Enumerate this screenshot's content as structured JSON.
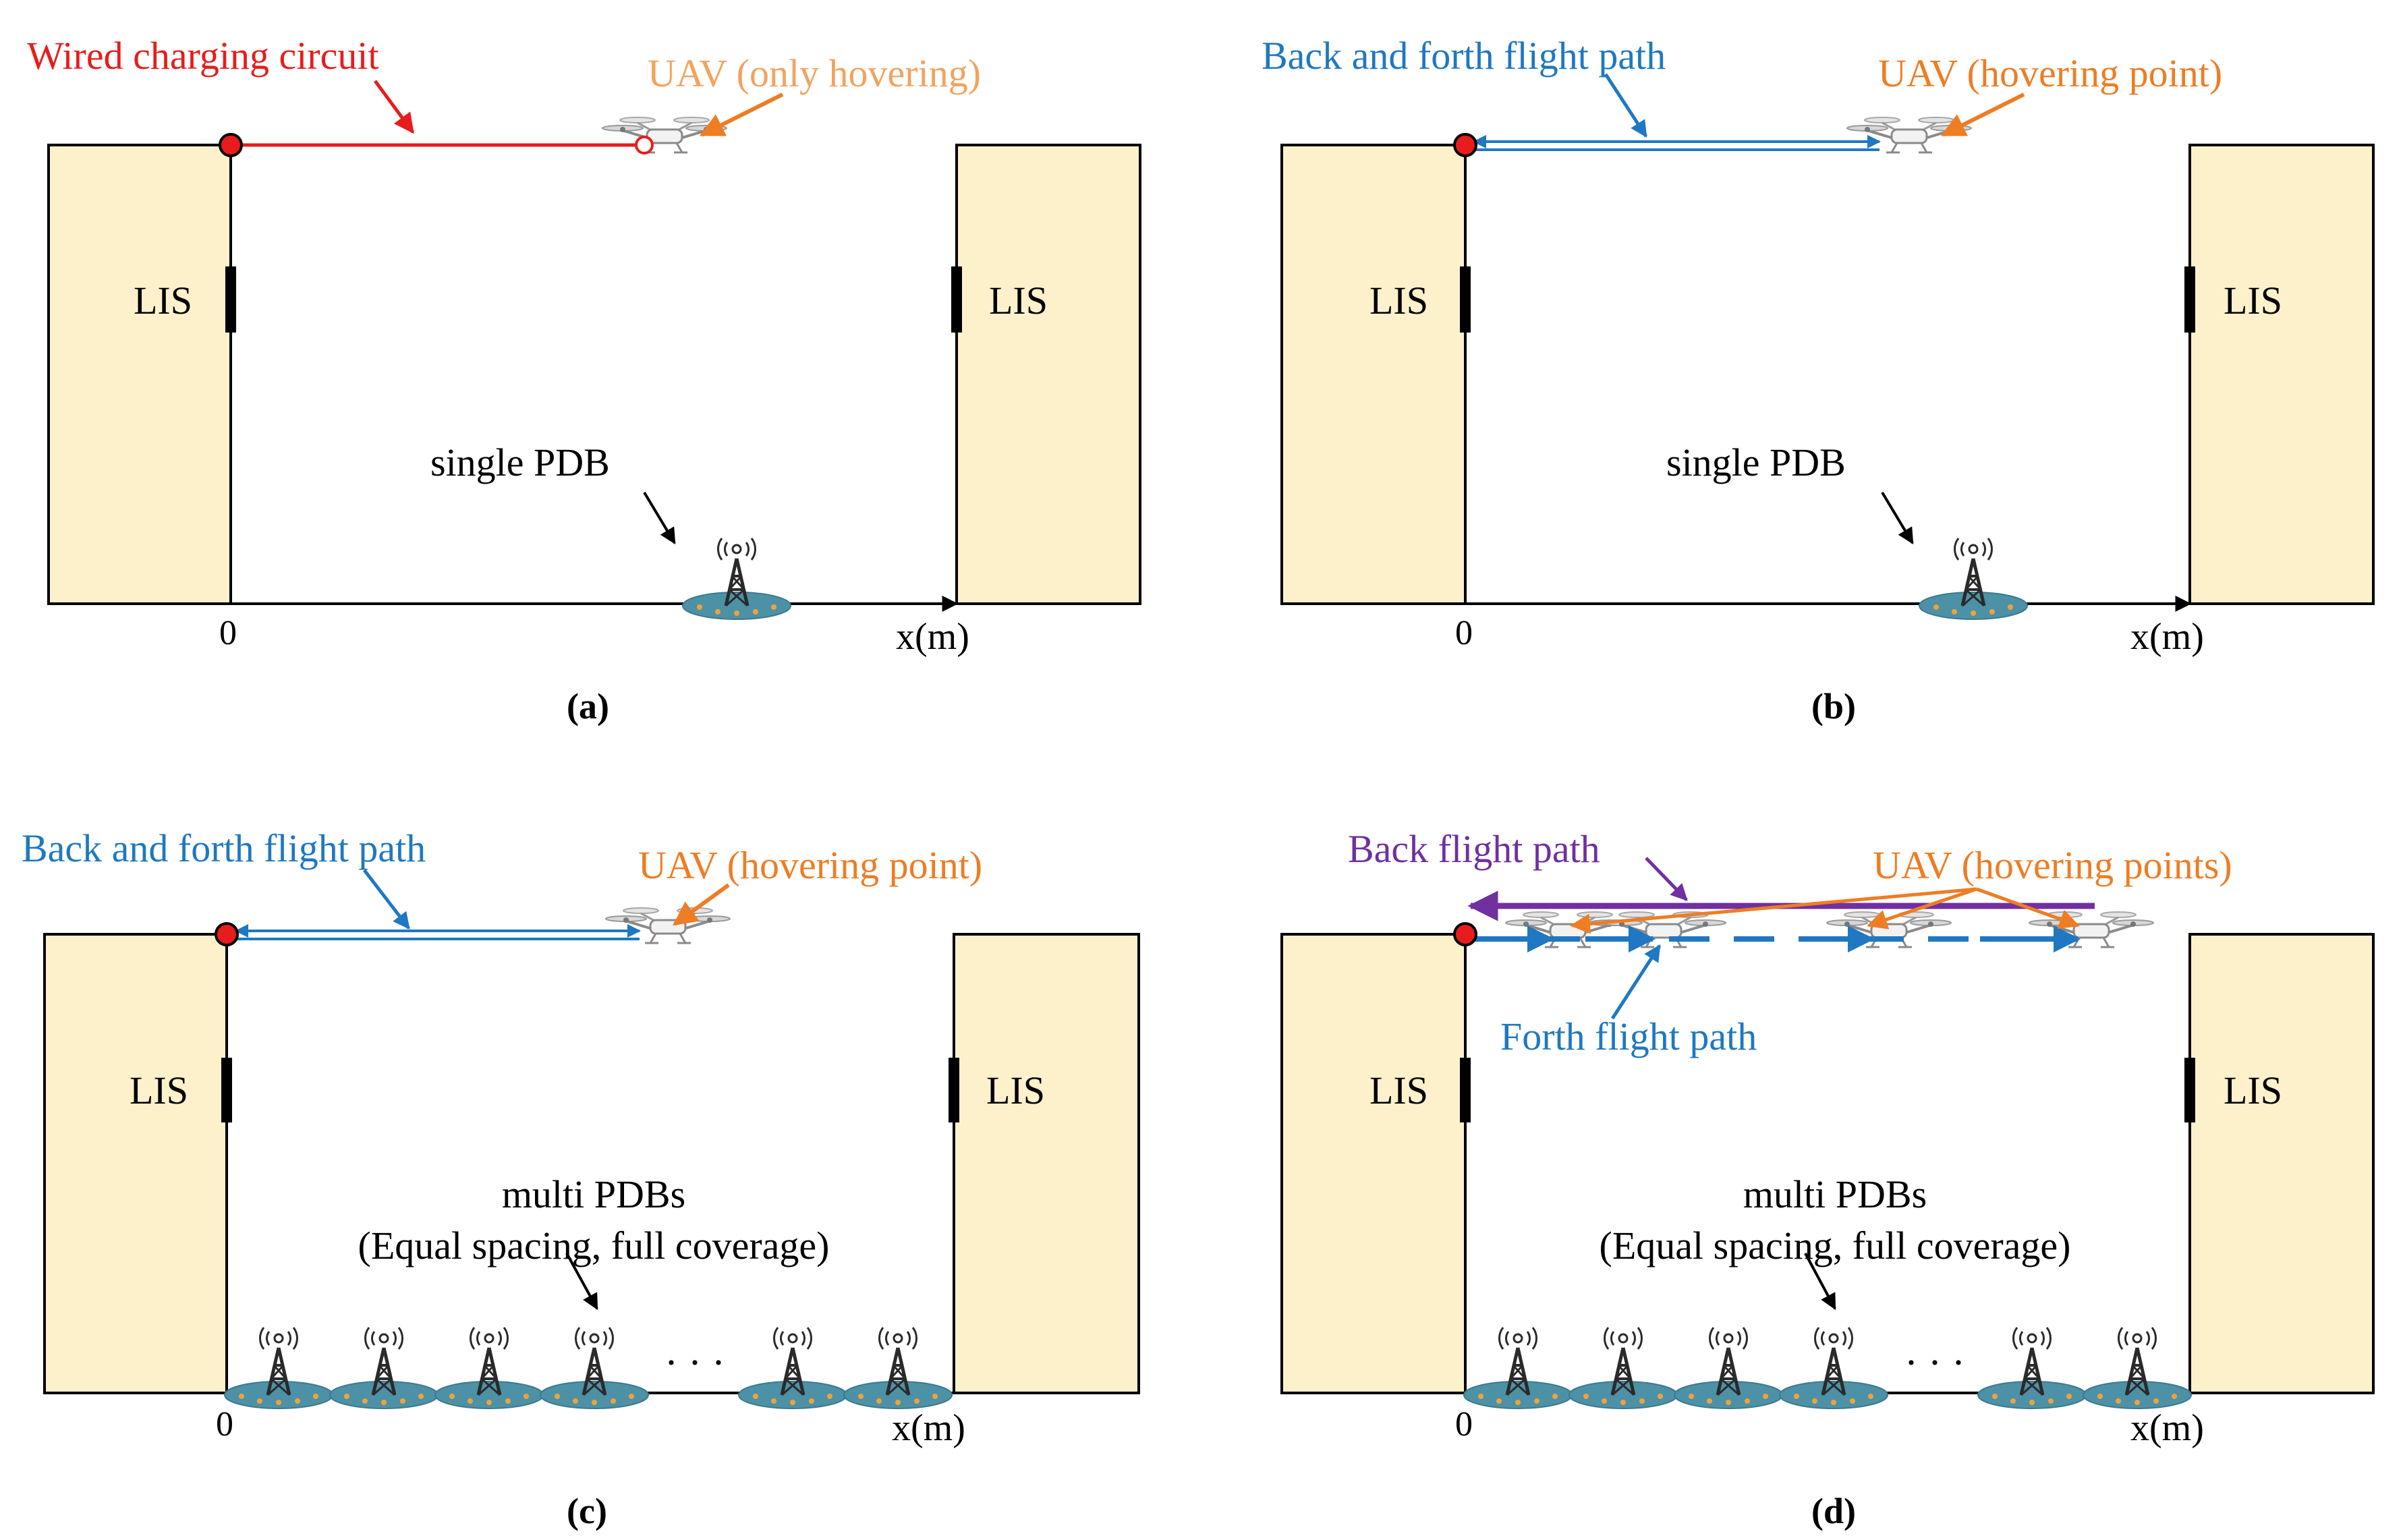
{
  "colors": {
    "building_fill": "#fdf1cc",
    "red": "#e81c1c",
    "orange": "#ee7d24",
    "orange_light": "#f2a35e",
    "blue": "#1f78c1",
    "purple": "#7030a0",
    "pdb_fill": "#4d91a6",
    "pdb_dot": "#f0a23a",
    "black": "#000000"
  },
  "icons": [
    "uav-drone-icon",
    "pdb-tower-icon",
    "node-dot-icon",
    "arrow-icon"
  ],
  "panels": {
    "a": {
      "caption": "(a)",
      "lis_left": "LIS",
      "lis_right": "LIS",
      "origin": "0",
      "axis": "x(m)",
      "circuit_label": "Wired charging circuit",
      "uav_label": "UAV (only hovering)",
      "pdb_label": "single PDB"
    },
    "b": {
      "caption": "(b)",
      "lis_left": "LIS",
      "lis_right": "LIS",
      "origin": "0",
      "axis": "x(m)",
      "path_label": "Back and forth flight path",
      "uav_label": "UAV (hovering point)",
      "pdb_label": "single PDB"
    },
    "c": {
      "caption": "(c)",
      "lis_left": "LIS",
      "lis_right": "LIS",
      "origin": "0",
      "axis": "x(m)",
      "path_label": "Back and forth flight path",
      "uav_label": "UAV (hovering point)",
      "pdb_label_1": "multi PDBs",
      "pdb_label_2": "(Equal spacing, full coverage)",
      "ellipsis": "· · ·"
    },
    "d": {
      "caption": "(d)",
      "lis_left": "LIS",
      "lis_right": "LIS",
      "origin": "0",
      "axis": "x(m)",
      "back_label": "Back flight path",
      "forth_label": "Forth flight path",
      "uav_label": "UAV (hovering points)",
      "pdb_label_1": "multi PDBs",
      "pdb_label_2": "(Equal spacing, full coverage)",
      "ellipsis": "· · ·"
    }
  }
}
